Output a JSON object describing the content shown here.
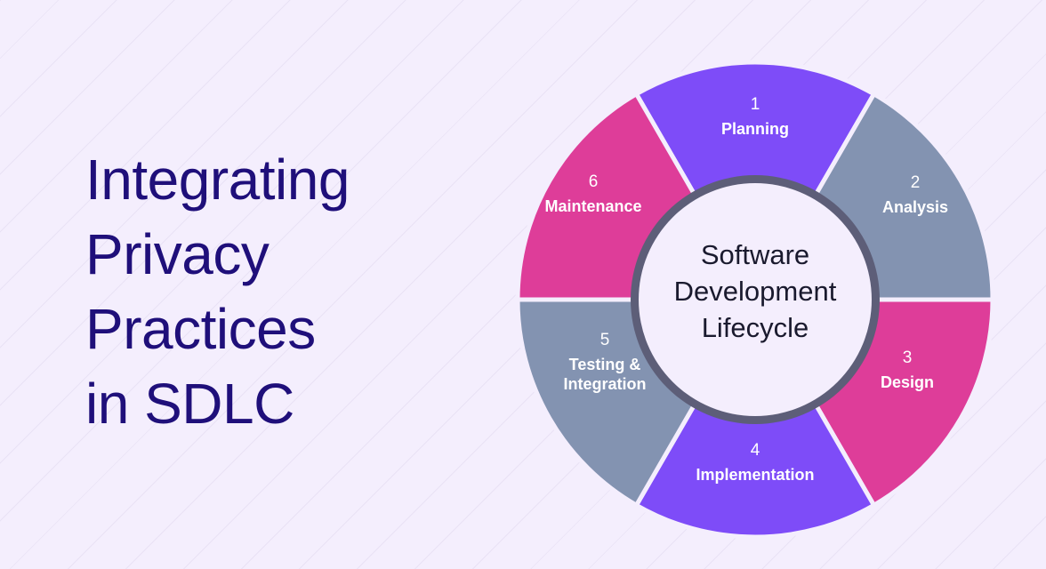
{
  "title": {
    "lines": [
      "Integrating",
      "Privacy",
      "Practices",
      "in SDLC"
    ]
  },
  "center": {
    "lines": [
      "Software",
      "Development",
      "Lifecycle"
    ]
  },
  "stages": [
    {
      "number": "1",
      "label": [
        "Planning"
      ],
      "color": "#7e4cf8"
    },
    {
      "number": "2",
      "label": [
        "Analysis"
      ],
      "color": "#8393b1"
    },
    {
      "number": "3",
      "label": [
        "Design"
      ],
      "color": "#de3d99"
    },
    {
      "number": "4",
      "label": [
        "Implementation"
      ],
      "color": "#7e4cf8"
    },
    {
      "number": "5",
      "label": [
        "Testing &",
        "Integration"
      ],
      "color": "#8393b1"
    },
    {
      "number": "6",
      "label": [
        "Maintenance"
      ],
      "color": "#de3d99"
    }
  ],
  "colors": {
    "background": "#f4eefd",
    "title": "#1f0f7a",
    "hub": "#f4eefd",
    "hub_ring": "#5d5e78"
  }
}
